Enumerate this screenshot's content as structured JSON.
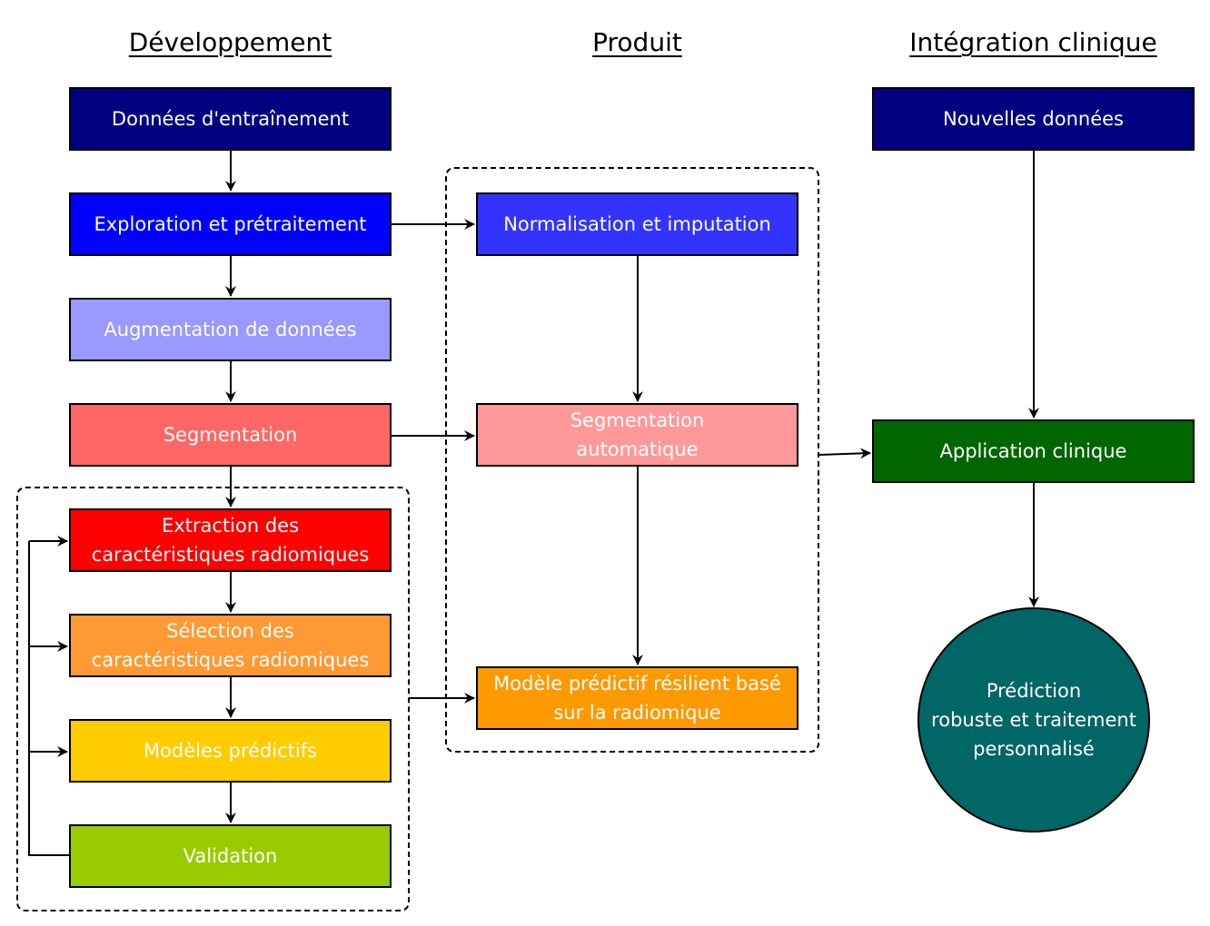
{
  "headings": {
    "development": "Développement",
    "product": "Produit",
    "clinical": "Intégration clinique"
  },
  "development": {
    "training_data": "Données d'entraînement",
    "exploration": "Exploration et prétraitement",
    "augmentation": "Augmentation de données",
    "segmentation": "Segmentation",
    "extraction_l1": "Extraction des",
    "extraction_l2": "caractéristiques radiomiques",
    "selection_l1": "Sélection des",
    "selection_l2": "caractéristiques radiomiques",
    "models": "Modèles prédictifs",
    "validation": "Validation"
  },
  "product": {
    "normalisation": "Normalisation et imputation",
    "auto_seg_l1": "Segmentation",
    "auto_seg_l2": "automatique",
    "model_l1": "Modèle prédictif résilient basé",
    "model_l2": "sur la radiomique"
  },
  "clinical": {
    "new_data": "Nouvelles données",
    "application": "Application clinique",
    "prediction_l1": "Prédiction",
    "prediction_l2": "robuste et traitement",
    "prediction_l3": "personnalisé"
  },
  "colors": {
    "navy": "#000080",
    "blue": "#0000ff",
    "lavender": "#9999ff",
    "salmon": "#ff6666",
    "red": "#ff0000",
    "orange_light": "#ff9933",
    "yellow": "#ffcc00",
    "lime": "#99cc00",
    "blue_product": "#3333ff",
    "pink": "#ff9999",
    "orange": "#ff9900",
    "green": "#006600",
    "teal": "#006666"
  }
}
